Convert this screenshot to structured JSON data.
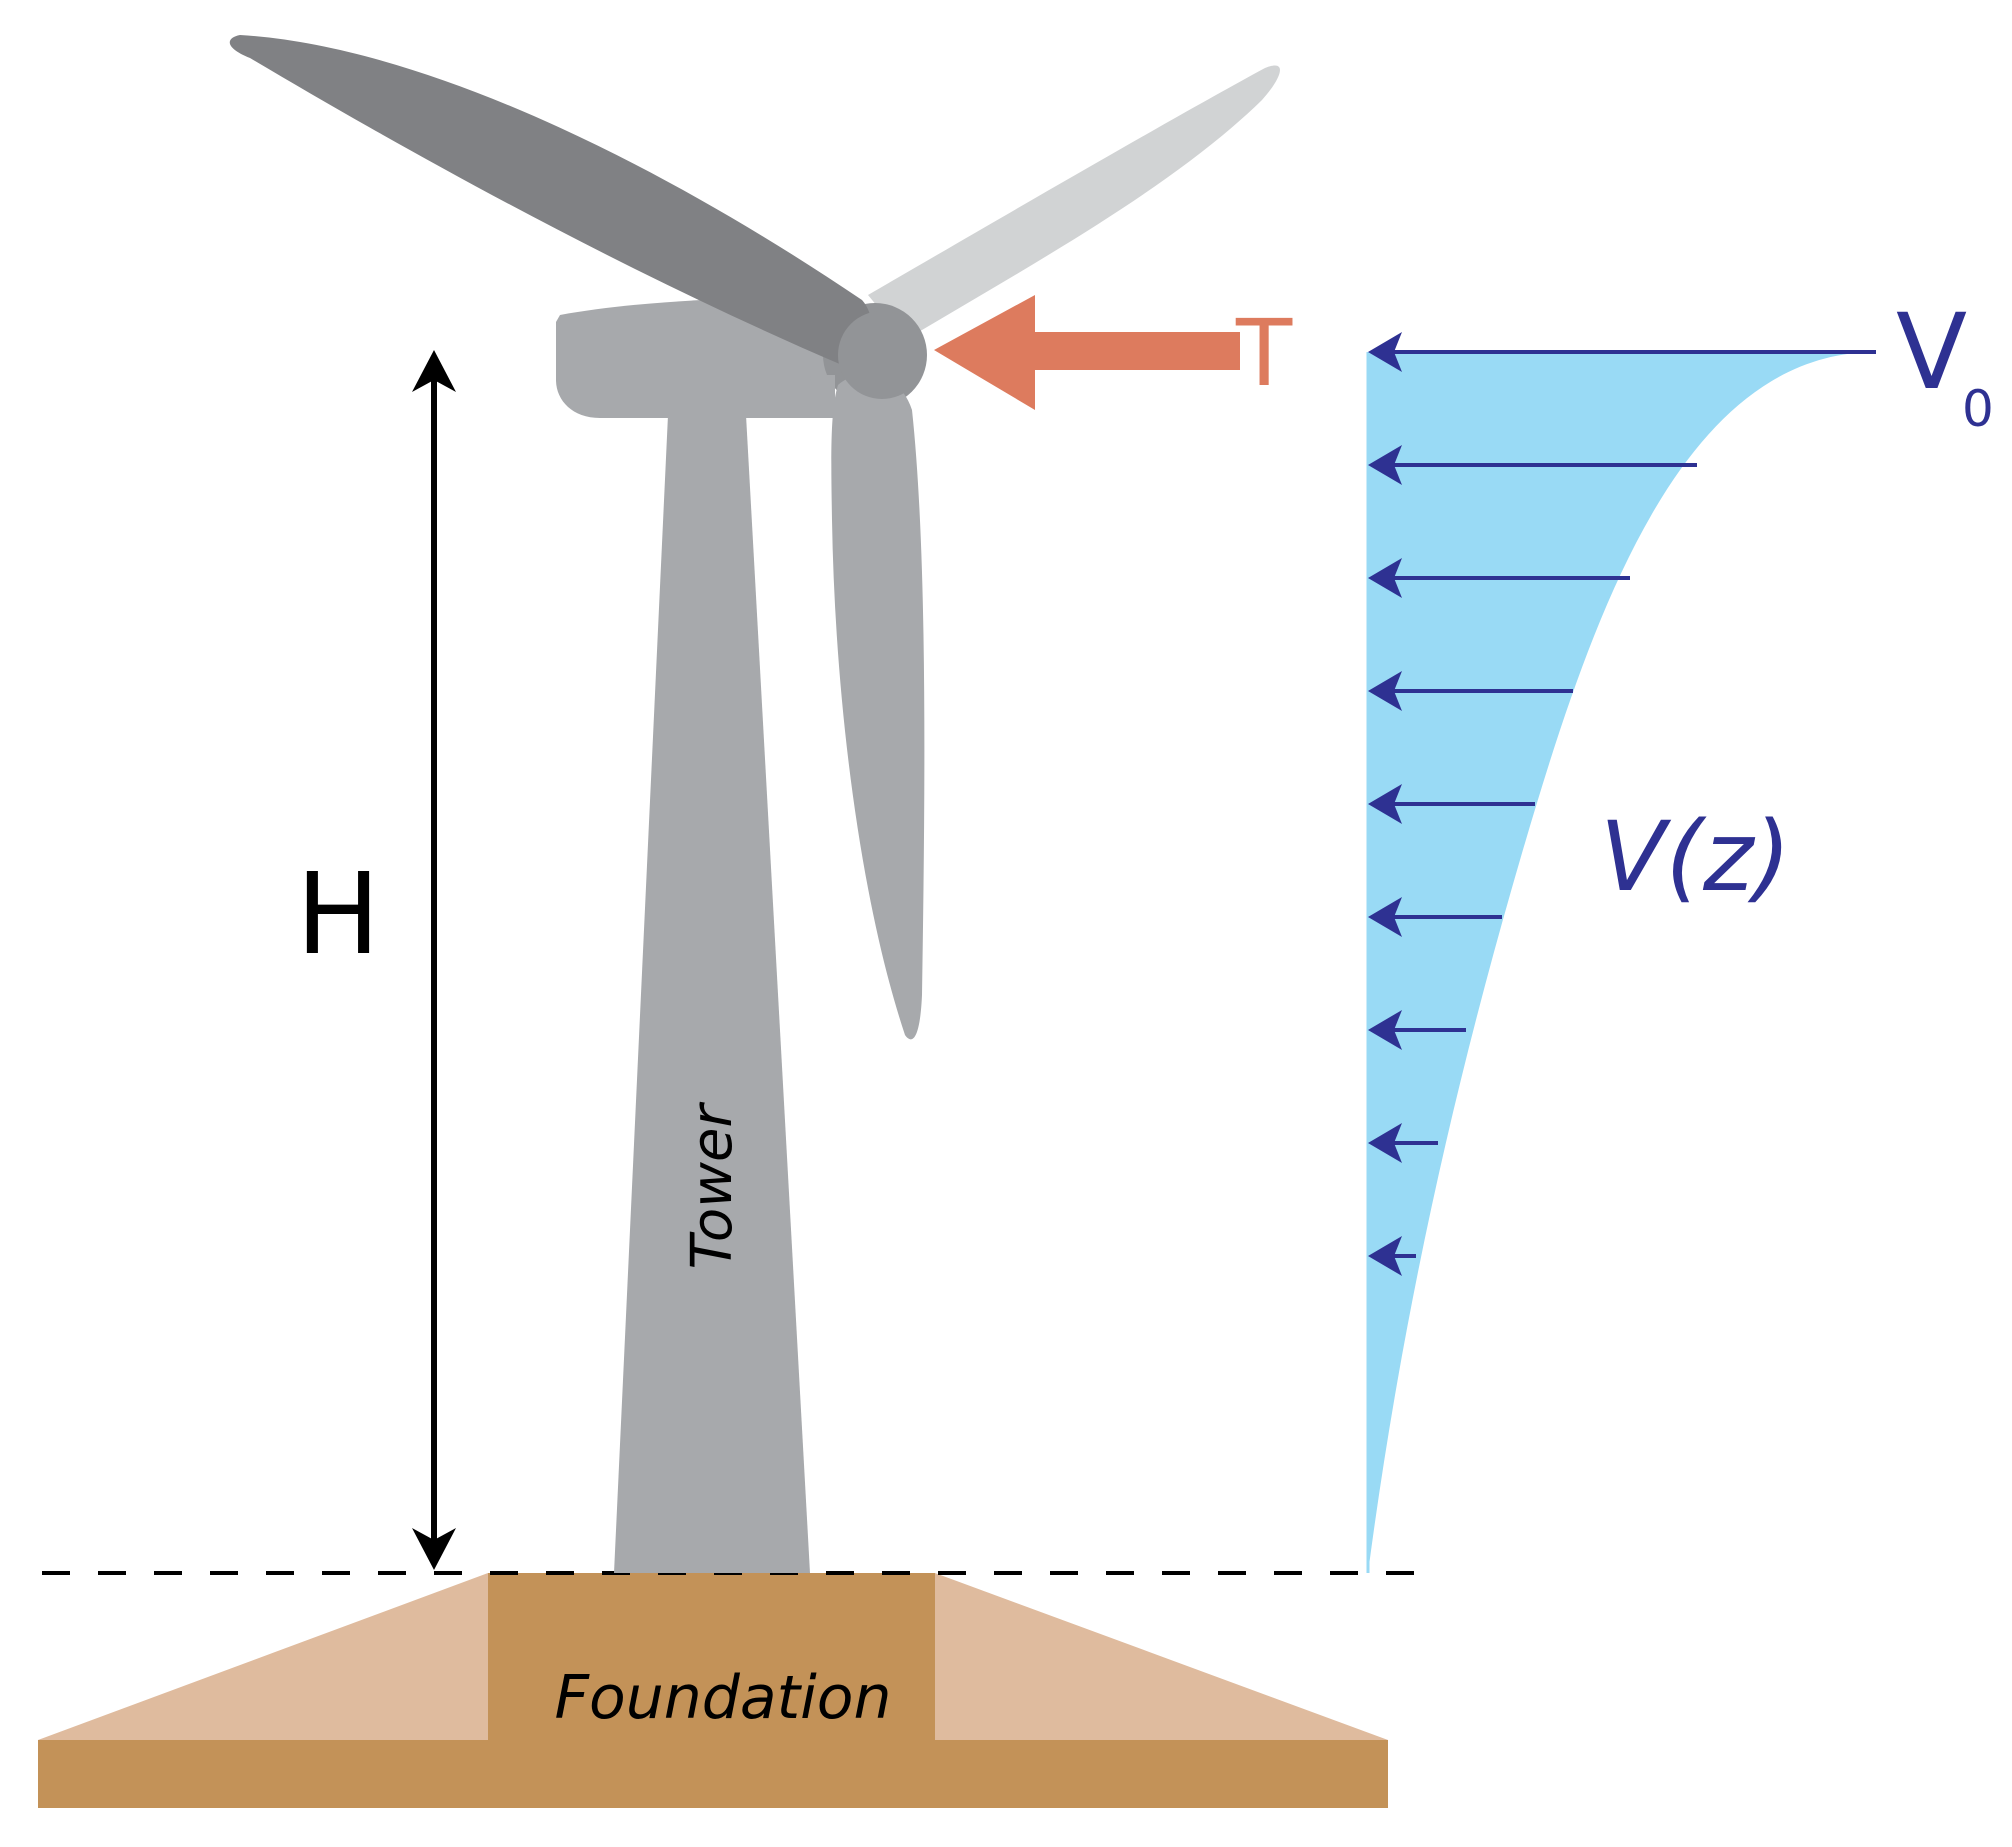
{
  "labels": {
    "height": "H",
    "thrust": "T",
    "wind_top_main": "V",
    "wind_top_sub": "0",
    "wind_profile": "V(z)",
    "tower": "Tower",
    "foundation": "Foundation"
  },
  "colors": {
    "blade_dark": "#808184",
    "blade_light": "#d1d3d4",
    "nacelle": "#a7a9ac",
    "hub": "#929497",
    "tower": "#a7a9ac",
    "thrust": "#dd7b5e",
    "wind_fill": "#99daf5",
    "wind_arrow": "#2e3192",
    "foundation_dark": "#c39258",
    "foundation_light": "#dfbb9e",
    "ground_line": "#000000"
  }
}
